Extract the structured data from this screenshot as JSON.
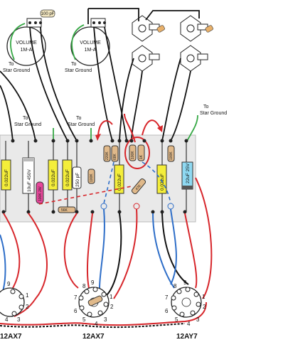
{
  "pots": {
    "volume1": {
      "label": "VOLUME",
      "value": "1M-A"
    },
    "volume2": {
      "label": "VOLUME",
      "value": "1M-A"
    },
    "small_cap": "100 pF"
  },
  "grounds": {
    "g1_line1": "To",
    "g1_line2": "Star Ground",
    "g2_line1": "To",
    "g2_line2": "Star Ground",
    "g3_line1": "To",
    "g3_line2": "Star Ground",
    "g4_line1": "To",
    "g4_line2": "Star Ground",
    "g5_line1": "To",
    "g5_line2": "Star Ground"
  },
  "components": {
    "cap_yellow_1": "0.022uF",
    "cap_elec_1": "10uF 450V",
    "res_pink": "100K 2W",
    "cap_yellow_2": "0.022uF",
    "cap_yellow_3": "0.022uF",
    "cap_white": "250 pF",
    "res_56k": "56K",
    "cap_yellow_4": "0.022uF",
    "cap_yellow_5": "0.022uF",
    "cap_blue": "22uF 25V",
    "res_100k_a": "100K",
    "res_220k": "220K",
    "res_68k": "68K",
    "res_100k_b": "100K",
    "res_1k": "1K",
    "res_47k": "47K",
    "res_100k_c": "100K"
  },
  "tubes": {
    "tube1": {
      "label": "12AX7",
      "pins": [
        "9",
        "1",
        "2",
        "3",
        "4"
      ]
    },
    "tube2": {
      "label": "12AX7",
      "pins": [
        "9",
        "8",
        "7",
        "6",
        "1",
        "2",
        "3",
        "4",
        "5"
      ]
    },
    "tube3": {
      "label": "12AY7",
      "pins": [
        "9",
        "8",
        "7",
        "6",
        "1",
        "2",
        "3",
        "4",
        "5"
      ]
    }
  },
  "colors": {
    "red_wire": "#d7262b",
    "blue_wire": "#2e6ec8",
    "black_wire": "#111111",
    "green_wire": "#36a845",
    "board": "#e9e9e9",
    "cap_yellow": "#f4ee3a",
    "cap_blue": "#8fd9f2",
    "res_pink": "#e8479b"
  }
}
